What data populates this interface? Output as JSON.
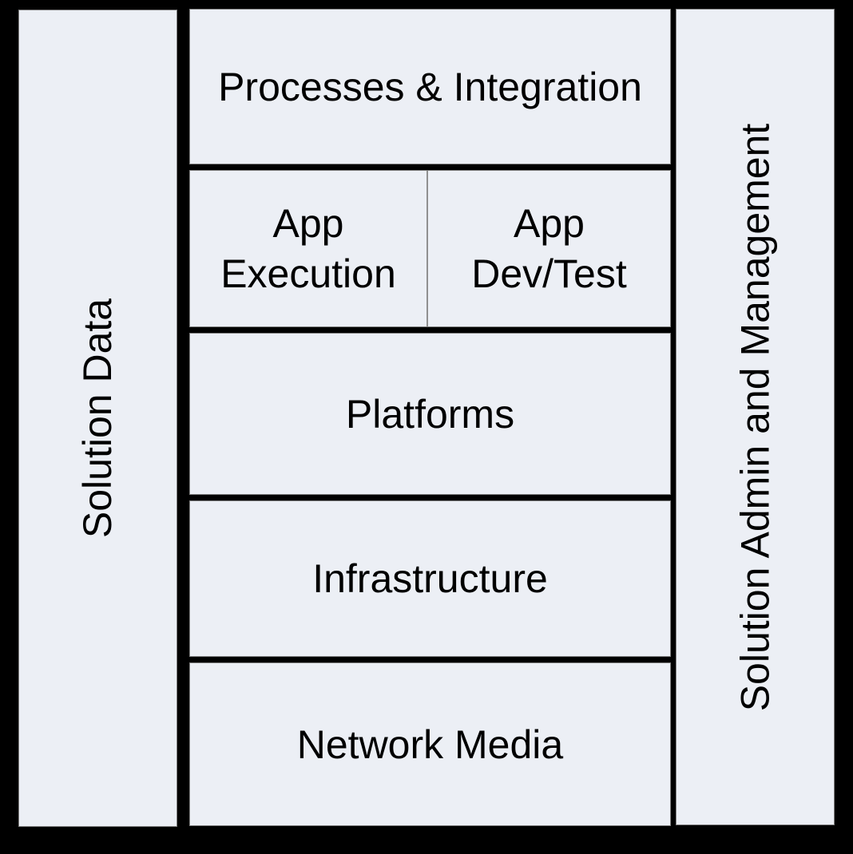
{
  "colors": {
    "canvas_background": "#000000",
    "box_fill": "#ECEFF5",
    "box_outline": "#7F7F7F",
    "row_separator": "#000000",
    "app_cell_divider": "#909090",
    "text": "#000000"
  },
  "columns": {
    "left": {
      "label": "Solution Data"
    },
    "right": {
      "label": "Solution Admin and Management"
    }
  },
  "layers": [
    {
      "label": "Processes & Integration"
    },
    {
      "cells": [
        {
          "line1": "App",
          "line2": "Execution"
        },
        {
          "line1": "App",
          "line2": "Dev/Test"
        }
      ]
    },
    {
      "label": "Platforms"
    },
    {
      "label": "Infrastructure"
    },
    {
      "label": "Network Media"
    }
  ]
}
